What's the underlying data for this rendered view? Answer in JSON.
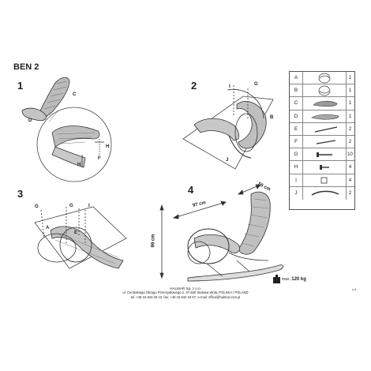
{
  "title": "BEN 2",
  "steps": [
    "1",
    "2",
    "3",
    "4"
  ],
  "labels": {
    "s1_c": "C",
    "s1_d": "D",
    "s1_h1": "H",
    "s1_h2": "H",
    "s1_f": "F",
    "s2_g": "G",
    "s2_i": "I",
    "s2_b": "B",
    "s2_j": "J",
    "s3_g1": "G",
    "s3_g2": "G",
    "s3_i": "I",
    "s3_a": "A",
    "s3_e": "E"
  },
  "dimensions": {
    "width": "97 cm",
    "depth": "55 cm",
    "height": "99 cm"
  },
  "max_weight": {
    "prefix": "max.",
    "value": "120 kg"
  },
  "parts": [
    {
      "letter": "A",
      "qty": "1",
      "icon": "armrest-ring-icon"
    },
    {
      "letter": "B",
      "qty": "1",
      "icon": "armrest-ring-icon"
    },
    {
      "letter": "C",
      "qty": "1",
      "icon": "backrest-icon"
    },
    {
      "letter": "D",
      "qty": "1",
      "icon": "seat-icon"
    },
    {
      "letter": "E",
      "qty": "2",
      "icon": "rod-icon"
    },
    {
      "letter": "F",
      "qty": "2",
      "icon": "rod-icon"
    },
    {
      "letter": "G",
      "qty": "10",
      "icon": "screw-icon"
    },
    {
      "letter": "H",
      "qty": "4",
      "icon": "screw-icon"
    },
    {
      "letter": "I",
      "qty": "4",
      "icon": "square-cap-icon"
    },
    {
      "letter": "J",
      "qty": "2",
      "icon": "runner-icon"
    }
  ],
  "footer": {
    "company": "HALMAR Sp. z o.o.",
    "address": "ul. Centralnego Okręgu Przemysłowego 2, 37-450 Stalowa Wola, POLSKA / POLAND",
    "contact": "tel. +48 15 843 28 10, fax: +48 15 842 19 57, e-mail: office@halmar.com.pl"
  },
  "version": "v.3"
}
